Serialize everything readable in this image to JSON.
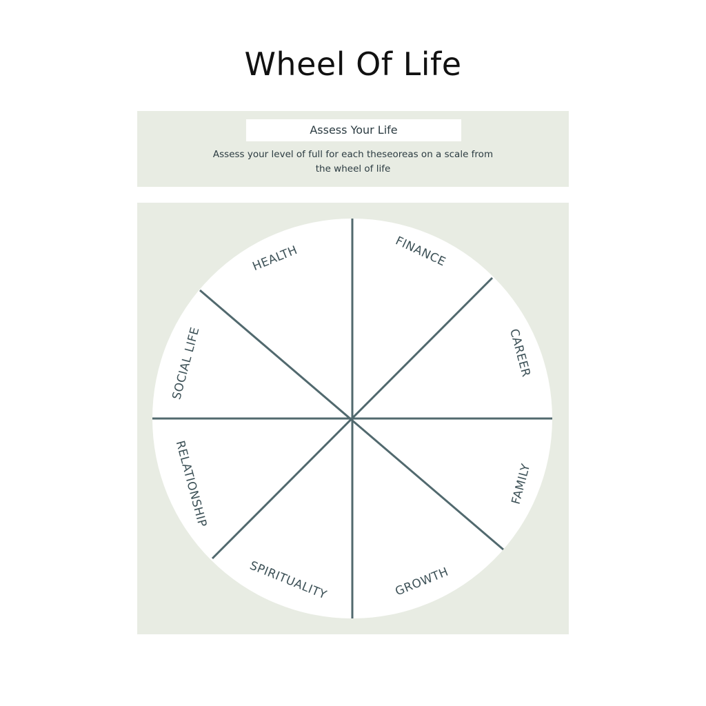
{
  "title": "Wheel Of Life",
  "header": {
    "subtitle": "Assess Your Life",
    "description_line1": "Assess your level of full for each theseoreas on a scale from",
    "description_line2": "the wheel of life"
  },
  "wheel": {
    "line_color": "#51696e",
    "panel_color": "#e8ece3",
    "segments": [
      "HEALTH",
      "FINANCE",
      "CAREER",
      "FAMILY",
      "GROWTH",
      "SPIRITUALITY",
      "RELATIONSHIP",
      "SOCIAL LIFE"
    ]
  }
}
